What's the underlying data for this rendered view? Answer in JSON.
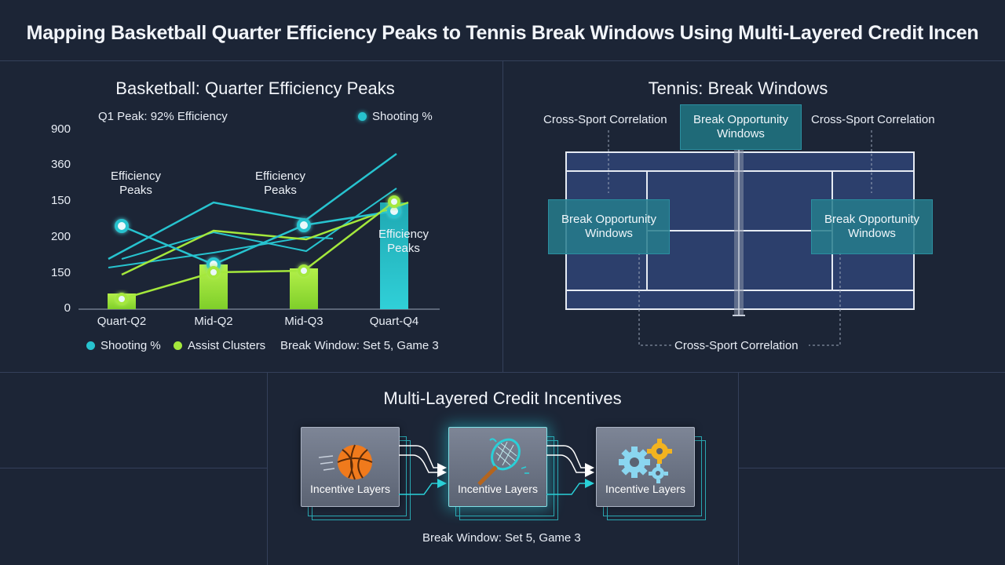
{
  "title": "Mapping Basketball Quarter Efficiency Peaks to Tennis Break Windows Using Multi-Layered Credit Incen",
  "basketball": {
    "title": "Basketball: Quarter Efficiency Peaks",
    "q1_note": "Q1 Peak: 92% Efficiency",
    "legend_top": "Shooting %",
    "annotations": [
      "Efficiency\nPeaks",
      "Efficiency\nPeaks",
      "Efficiency\nPeaks"
    ],
    "legend_bottom": [
      "Shooting %",
      "Assist Clusters"
    ],
    "break_note": "Break Window: Set 5, Game 3"
  },
  "chart_data": {
    "type": "bar",
    "categories": [
      "Quart-Q2",
      "Mid-Q2",
      "Mid-Q3",
      "Quart-Q4"
    ],
    "yticks": [
      "900",
      "360",
      "150",
      "200",
      "150",
      "0"
    ],
    "values": [
      20,
      57,
      52,
      136
    ],
    "series": [
      {
        "name": "Shooting %",
        "values": [
          106,
          57,
          107,
          125
        ]
      },
      {
        "name": "Assist Clusters",
        "values": [
          13,
          47,
          49,
          137
        ]
      }
    ],
    "colors": {
      "shooting": "#27c3cf",
      "assist": "#a4e83c",
      "bar_q4": "#27c3cf"
    }
  },
  "tennis": {
    "title": "Tennis: Break Windows",
    "top_box": "Break Opportunity\nWindows",
    "left_box": "Break Opportunity\nWindows",
    "right_box": "Break Opportunity\nWindows",
    "corr_left": "Cross-Sport Correlation",
    "corr_right": "Cross-Sport Correlation",
    "corr_bottom": "Cross-Sport Correlation"
  },
  "credit": {
    "title": "Multi-Layered Credit Incentives",
    "cards": [
      {
        "label": "Incentive Layers",
        "icon": "basketball-icon"
      },
      {
        "label": "Incentive Layers",
        "icon": "tennis-racket-icon"
      },
      {
        "label": "Incentive Layers",
        "icon": "gears-icon"
      }
    ],
    "break_note": "Break Window: Set 5, Game 3"
  }
}
